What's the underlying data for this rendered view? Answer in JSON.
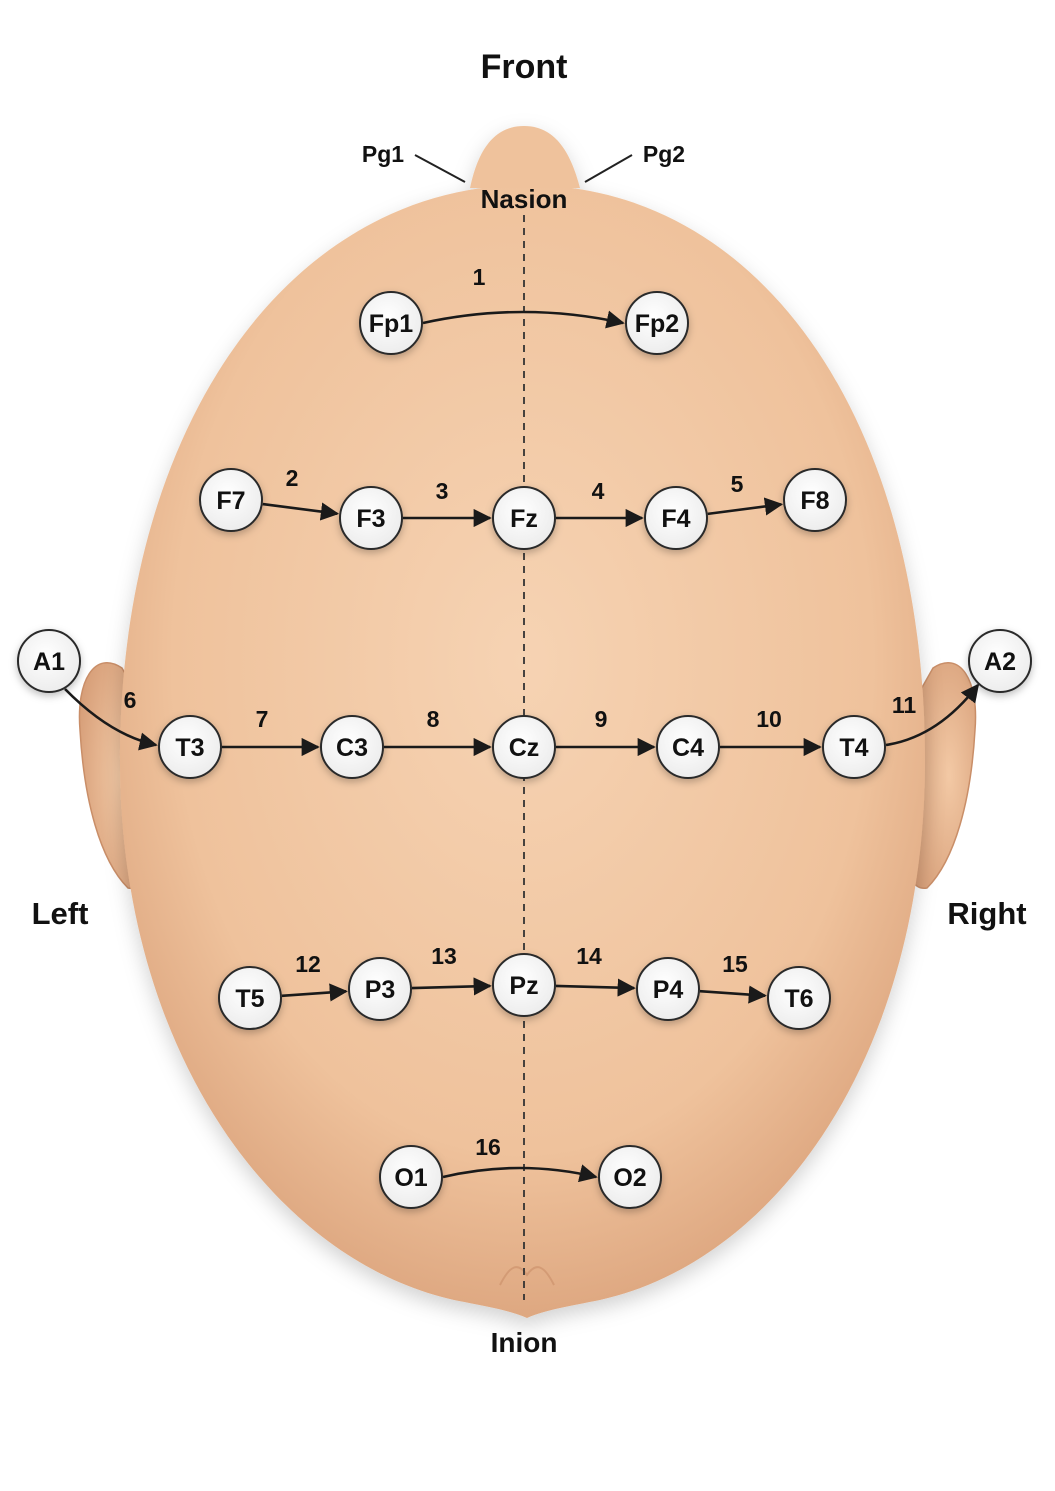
{
  "labels": {
    "front": "Front",
    "left": "Left",
    "right": "Right",
    "nasion": "Nasion",
    "inion": "Inion",
    "pg1": "Pg1",
    "pg2": "Pg2"
  },
  "electrodes": [
    {
      "id": "Fp1"
    },
    {
      "id": "Fp2"
    },
    {
      "id": "F7"
    },
    {
      "id": "F3"
    },
    {
      "id": "Fz"
    },
    {
      "id": "F4"
    },
    {
      "id": "F8"
    },
    {
      "id": "A1"
    },
    {
      "id": "T3"
    },
    {
      "id": "C3"
    },
    {
      "id": "Cz"
    },
    {
      "id": "C4"
    },
    {
      "id": "T4"
    },
    {
      "id": "A2"
    },
    {
      "id": "T5"
    },
    {
      "id": "P3"
    },
    {
      "id": "Pz"
    },
    {
      "id": "P4"
    },
    {
      "id": "T6"
    },
    {
      "id": "O1"
    },
    {
      "id": "O2"
    }
  ],
  "connections": [
    {
      "n": "1",
      "from": "Fp1",
      "to": "Fp2"
    },
    {
      "n": "2",
      "from": "F7",
      "to": "F3"
    },
    {
      "n": "3",
      "from": "F3",
      "to": "Fz"
    },
    {
      "n": "4",
      "from": "Fz",
      "to": "F4"
    },
    {
      "n": "5",
      "from": "F4",
      "to": "F8"
    },
    {
      "n": "6",
      "from": "A1",
      "to": "T3"
    },
    {
      "n": "7",
      "from": "T3",
      "to": "C3"
    },
    {
      "n": "8",
      "from": "C3",
      "to": "Cz"
    },
    {
      "n": "9",
      "from": "Cz",
      "to": "C4"
    },
    {
      "n": "10",
      "from": "C4",
      "to": "T4"
    },
    {
      "n": "11",
      "from": "T4",
      "to": "A2"
    },
    {
      "n": "12",
      "from": "T5",
      "to": "P3"
    },
    {
      "n": "13",
      "from": "P3",
      "to": "Pz"
    },
    {
      "n": "14",
      "from": "Pz",
      "to": "P4"
    },
    {
      "n": "15",
      "from": "P4",
      "to": "T6"
    },
    {
      "n": "16",
      "from": "O1",
      "to": "O2"
    }
  ],
  "colors": {
    "skin": "#f2c8a4",
    "skin_shadow": "#d9a079",
    "node_fill": "#ffffff",
    "node_stroke": "#2a2a2a",
    "arrow": "#1a1a1a"
  }
}
